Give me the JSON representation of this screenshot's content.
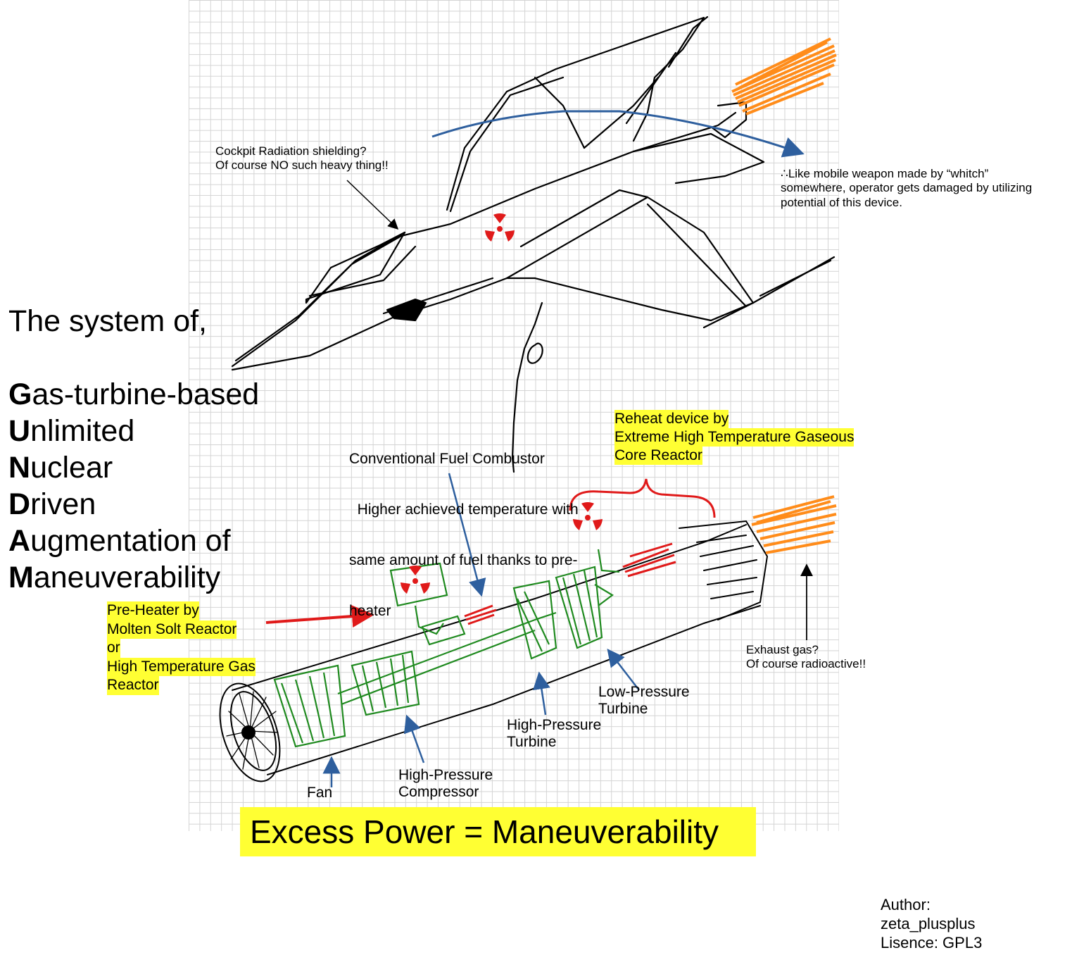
{
  "title": {
    "intro": "The system of,",
    "acronym": [
      {
        "letter": "G",
        "rest": "as-turbine-based"
      },
      {
        "letter": "U",
        "rest": "nlimited"
      },
      {
        "letter": "N",
        "rest": "uclear"
      },
      {
        "letter": "D",
        "rest": "riven"
      },
      {
        "letter": "A",
        "rest": "ugmentation of"
      },
      {
        "letter": "M",
        "rest": "aneuverability"
      }
    ]
  },
  "annotations": {
    "cockpit": [
      "Cockpit Radiation shielding?",
      "Of course NO such heavy thing!!"
    ],
    "weapon_note": [
      "∴Like mobile weapon made by “whitch”",
      "somewhere, operator gets damaged by utilizing",
      "potential of this device."
    ],
    "combustor": [
      "Conventional Fuel Combustor",
      "  Higher achieved temperature with",
      "same amount of fuel thanks to pre-",
      "heater"
    ],
    "reheat": [
      "Reheat device by",
      "Extreme High Temperature Gaseous",
      "Core Reactor"
    ],
    "preheater": [
      "Pre-Heater by",
      "Molten Solt Reactor",
      "or",
      "High Temperature Gas",
      "Reactor"
    ],
    "exhaust": [
      "Exhaust gas?",
      "Of course radioactive!!"
    ],
    "lp_turbine": [
      "Low-Pressure",
      "Turbine"
    ],
    "hp_turbine": [
      "High-Pressure",
      "Turbine"
    ],
    "hp_compressor": [
      "High-Pressure",
      "Compressor"
    ],
    "fan": [
      "Fan"
    ]
  },
  "banner": "Excess Power = Maneuverability",
  "author": [
    "Author:",
    "zeta_plusplus",
    "Lisence: GPL3"
  ],
  "colors": {
    "highlight": "#ffff33",
    "radiation": "#e01a1a",
    "engine_parts": "#1f8a1f",
    "exhaust_flame": "#ff8c1a",
    "pointer_arrow": "#2e5f9e",
    "grid": "#d4d4d4"
  },
  "icons": [
    "radiation-icon"
  ]
}
